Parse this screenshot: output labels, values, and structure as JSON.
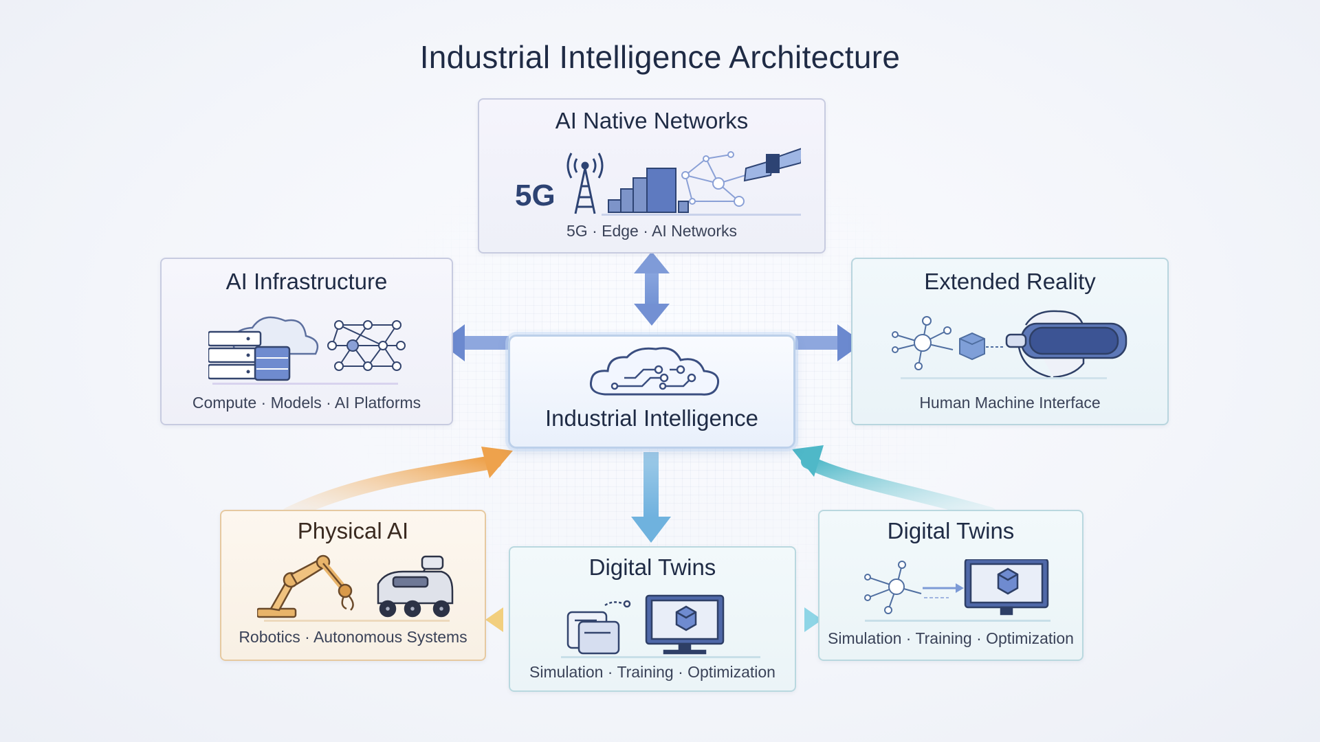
{
  "title": "Industrial Intelligence Architecture",
  "colors": {
    "accent_blue": "#6d8fd0",
    "accent_teal": "#5fc1cf",
    "accent_orange": "#eba456",
    "text_dark": "#1f2b45"
  },
  "center": {
    "title": "Industrial Intelligence",
    "icon": "circuit-cloud-icon"
  },
  "nodes": {
    "networks": {
      "title": "AI Native Networks",
      "subtitle": "5G · Edge · AI Networks",
      "badge": "5G",
      "icons": [
        "cell-tower-icon",
        "server-rack-icon",
        "network-graph-icon",
        "satellite-icon"
      ]
    },
    "infrastructure": {
      "title": "AI Infrastructure",
      "subtitle": "Compute · Models · AI Platforms",
      "icons": [
        "server-cloud-icon",
        "neural-network-icon"
      ]
    },
    "xr": {
      "title": "Extended Reality",
      "subtitle": "Human Machine Interface",
      "icons": [
        "node-cube-icon",
        "vr-headset-icon"
      ]
    },
    "physical": {
      "title": "Physical AI",
      "subtitle": "Robotics · Autonomous Systems",
      "icons": [
        "robot-arm-icon",
        "autonomous-vehicle-icon"
      ]
    },
    "twins_center": {
      "title": "Digital Twins",
      "subtitle": "Simulation · Training · Optimization",
      "icons": [
        "document-stack-icon",
        "monitor-cube-icon"
      ]
    },
    "twins_right": {
      "title": "Digital Twins",
      "subtitle": "Simulation · Training · Optimization",
      "icons": [
        "node-graph-icon",
        "monitor-cube-icon"
      ]
    }
  }
}
